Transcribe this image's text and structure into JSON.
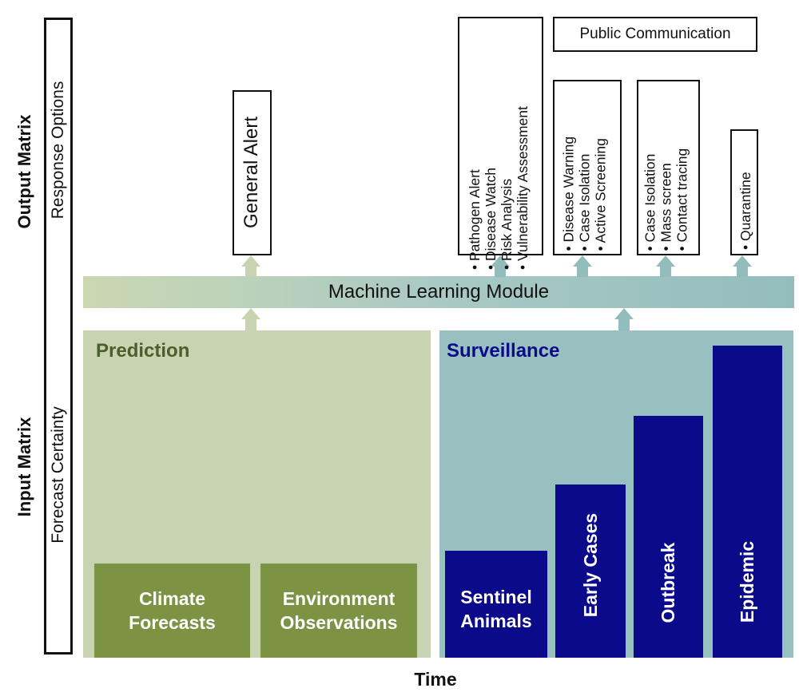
{
  "y_axis": {
    "output_label": "Output Matrix",
    "input_label": "Input Matrix",
    "response_options": "Response Options",
    "forecast_certainty": "Forecast Certainty"
  },
  "x_axis": {
    "label": "Time"
  },
  "ml_module": {
    "label": "Machine Learning Module"
  },
  "prediction": {
    "title": "Prediction",
    "title_color": "#4b5f2a",
    "items": [
      "Climate\nForecasts",
      "Environment\nObservations"
    ]
  },
  "surveillance": {
    "title": "Surveillance",
    "title_color": "#0a0a8a",
    "sentinel": "Sentinel\nAnimals",
    "early_cases": "Early Cases",
    "outbreak": "Outbreak",
    "epidemic": "Epidemic"
  },
  "responses": {
    "general_alert": "General Alert",
    "public_communication": "Public Communication",
    "box1": [
      "• Pathogen Alert",
      "• Disease Watch",
      "• Risk Analysis",
      "• Vulnerability Assessment"
    ],
    "box2": [
      "• Disease Warning",
      "• Case Isolation",
      "• Active Screening"
    ],
    "box3": [
      "• Case Isolation",
      "• Mass screen",
      "• Contact tracing"
    ],
    "box4": [
      "• Quarantine"
    ]
  },
  "colors": {
    "arrow_green": "#c8d4b1",
    "arrow_teal": "#93bdbd"
  }
}
